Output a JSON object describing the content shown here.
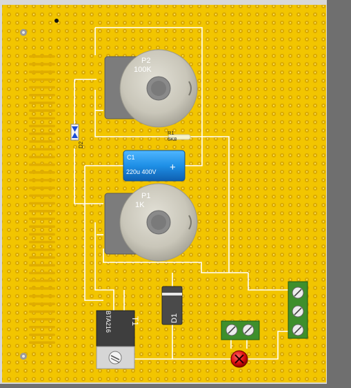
{
  "board": {
    "colors": {
      "board": "#f2c500",
      "frame": "#d8d8d8",
      "shadow": "#6f6f6f",
      "wire": "#ffffff",
      "pot_body": "#7c7c7c",
      "pot_knob": "#cfcdc3",
      "capacitor": "#1e8fe6",
      "terminal": "#3e8f2c",
      "led": "#e01010",
      "diode": "#4a4a4a"
    }
  },
  "components": {
    "p2": {
      "ref": "P2",
      "value": "100K",
      "icon": "potentiometer-icon"
    },
    "p1": {
      "ref": "P1",
      "value": "1K",
      "icon": "potentiometer-icon"
    },
    "r1": {
      "ref": "R1",
      "value": "6K8",
      "icon": "resistor-icon"
    },
    "c1": {
      "ref": "C1",
      "value": "220u 400V",
      "polarity": "+",
      "icon": "capacitor-icon"
    },
    "d2": {
      "ref": "D2",
      "icon": "diode-icon"
    },
    "d1": {
      "ref": "D1",
      "icon": "diode-icon"
    },
    "t1": {
      "ref": "T1",
      "part": "BTA216",
      "icon": "triac-icon"
    },
    "terminal_left": {
      "icon": "screw-terminal-icon"
    },
    "terminal_right": {
      "icon": "screw-terminal-icon"
    },
    "led": {
      "icon": "led-icon"
    }
  }
}
